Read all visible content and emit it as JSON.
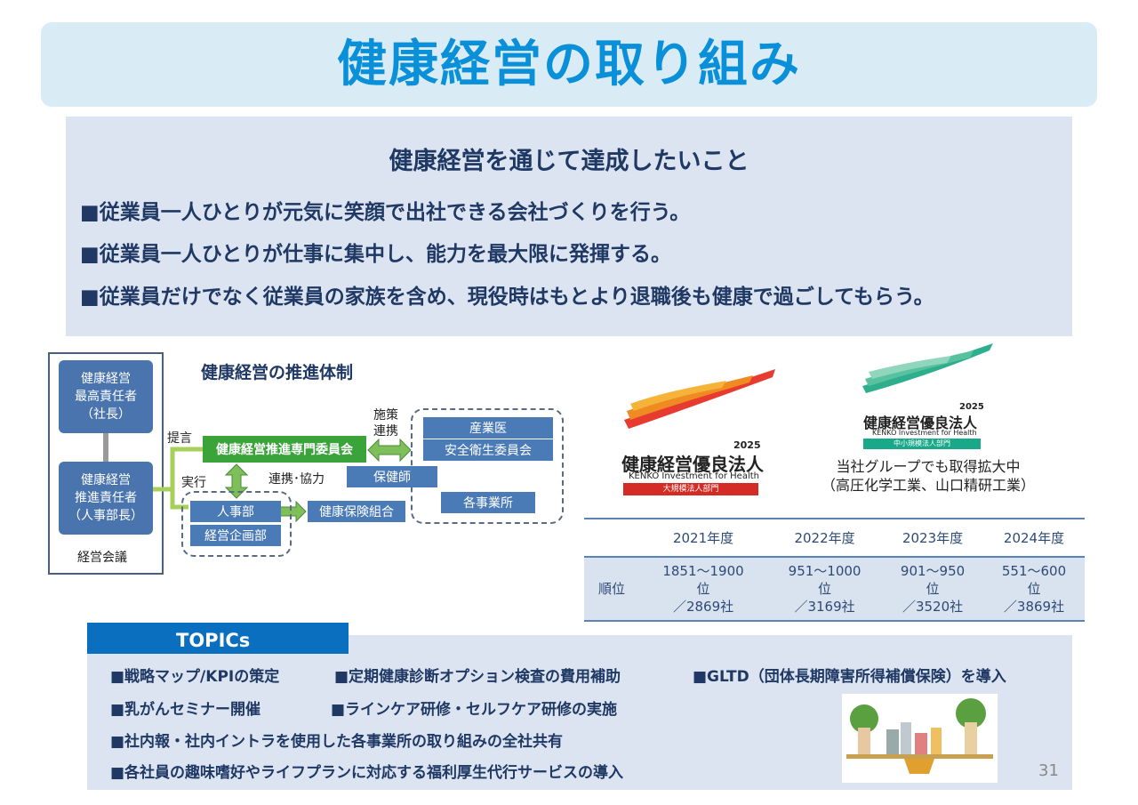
{
  "title": "健康経営の取り組み",
  "goals": {
    "heading": "健康経営を通じて達成したいこと",
    "items": [
      "■従業員一人ひとりが元気に笑顔で出社できる会社づくりを行う。",
      "■従業員一人ひとりが仕事に集中し、能力を最大限に発揮する。",
      "■従業員だけでなく従業員の家族を含め、現役時はもとより退職後も健康で過ごしてもらう。"
    ]
  },
  "org": {
    "title": "健康経営の推進体制",
    "top_officer": "健康経営\n最高責任者\n（社長）",
    "promo_officer": "健康経営\n推進責任者\n（人事部長）",
    "council": "経営会議",
    "proposal": "提言",
    "execute": "実行",
    "committee": "健康経営推進専門委員会",
    "policy_link": "施策\n連携",
    "coop": "連携･協力",
    "industrial_doctor": "産業医",
    "safety_committee": "安全衛生委員会",
    "nurse": "保健師",
    "offices": "各事業所",
    "hr": "人事部",
    "planning": "経営企画部",
    "insurance": "健康保険組合"
  },
  "certification": {
    "year": "2025",
    "large_name": "健康経営優良法人",
    "large_en": "KENKO Investment for Health",
    "large_dept": "大規模法人部門",
    "small_name": "健康経営優良法人",
    "small_en": "KENKO Investment for Health",
    "small_dept": "中小規模法人部門",
    "note_line1": "当社グループでも取得拡大中",
    "note_line2": "（高圧化学工業、山口精研工業）"
  },
  "ranking": {
    "row_label": "順位",
    "years": [
      "2021年度",
      "2022年度",
      "2023年度",
      "2024年度"
    ],
    "ranks": [
      "1851～1900",
      "951～1000",
      "901～950",
      "551～600"
    ],
    "unit": "位",
    "totals": [
      "／2869社",
      "／3169社",
      "／3520社",
      "／3869社"
    ]
  },
  "topics": {
    "label": "TOPICs",
    "items": [
      "■戦略マップ/KPIの策定",
      "■定期健康診断オプション検査の費用補助",
      "■GLTD（団体長期障害所得補償保険）を導入",
      "■乳がんセミナー開催",
      "■ラインケア研修・セルフケア研修の実施",
      "■社内報・社内イントラを使用した各事業所の取り組みの全社共有",
      "■各社員の趣味嗜好やライフプランに対応する福利厚生代行サービスの導入"
    ]
  },
  "page_number": "31",
  "colors": {
    "title": "#0a8fd9",
    "navy": "#1f3864",
    "panel": "#dbe4f0",
    "green": "#3aa33a",
    "blue": "#4a74ad"
  }
}
